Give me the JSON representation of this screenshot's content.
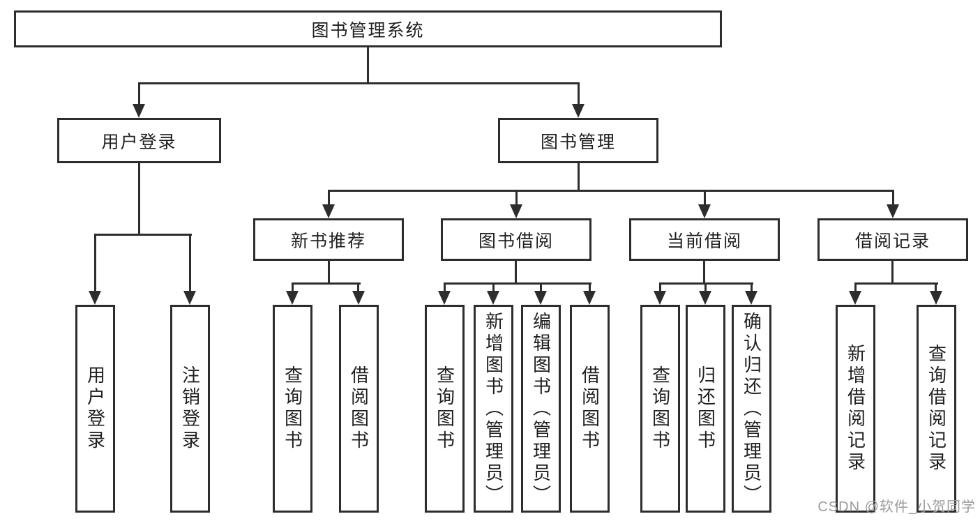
{
  "diagram": {
    "root": {
      "label": "图书管理系统"
    },
    "level2": [
      {
        "label": "用户登录"
      },
      {
        "label": "图书管理"
      }
    ],
    "level3": [
      {
        "label": "新书推荐"
      },
      {
        "label": "图书借阅"
      },
      {
        "label": "当前借阅"
      },
      {
        "label": "借阅记录"
      }
    ],
    "leaves": [
      {
        "label": "用户登录"
      },
      {
        "label": "注销登录"
      },
      {
        "label": "查询图书"
      },
      {
        "label": "借阅图书"
      },
      {
        "label": "查询图书"
      },
      {
        "label": "新增图书（管理员）"
      },
      {
        "label": "编辑图书（管理员）"
      },
      {
        "label": "借阅图书"
      },
      {
        "label": "查询图书"
      },
      {
        "label": "归还图书"
      },
      {
        "label": "确认归还（管理员）"
      },
      {
        "label": "新增借阅记录"
      },
      {
        "label": "查询借阅记录"
      }
    ]
  },
  "watermark": {
    "text": "CSDN @软件_小贺同学"
  },
  "theme": {
    "line_color": "#2d2d2d",
    "box_bg": "#ffffff",
    "text_color": "#1f1f1f",
    "watermark_color": "#9b9b9b",
    "page_bg": "#ffffff"
  }
}
